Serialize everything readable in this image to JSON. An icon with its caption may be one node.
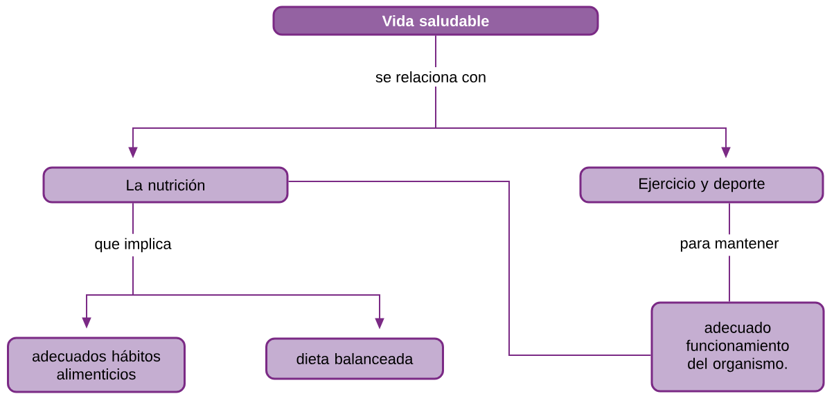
{
  "diagram": {
    "nodes": [
      {
        "text": [
          "Vida saludable"
        ]
      },
      {
        "text": [
          "La nutrición"
        ]
      },
      {
        "text": [
          "Ejercicio y deporte"
        ]
      },
      {
        "text": [
          "adecuados hábitos alimenticios"
        ]
      },
      {
        "text": [
          "dieta balanceada"
        ]
      },
      {
        "text": [
          "adecuado funcionamiento del organismo."
        ]
      }
    ],
    "edges": [
      {
        "from": 0,
        "to": 1,
        "arrow": "to",
        "label": "se relaciona con"
      },
      {
        "from": 0,
        "to": 2,
        "arrow": "to"
      },
      {
        "from": 1,
        "to": 3,
        "arrow": "to",
        "label": "que implica"
      },
      {
        "from": 1,
        "to": 4,
        "arrow": "to"
      },
      {
        "from": 2,
        "to": 5,
        "arrow": "none",
        "label": "para mantener"
      },
      {
        "from": 1,
        "to": 5,
        "arrow": "none"
      }
    ]
  }
}
